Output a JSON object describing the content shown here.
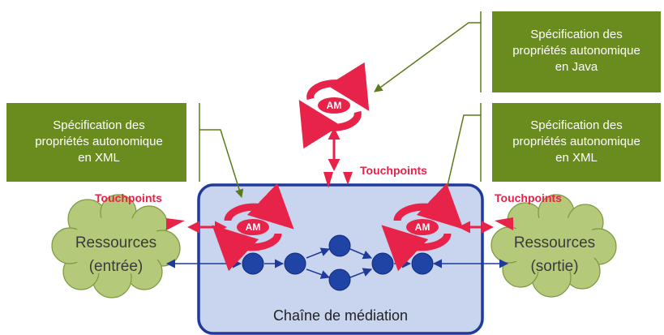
{
  "spec_java": {
    "line1": "Spécification des",
    "line2": "propriétés autonomique",
    "line3": "en Java"
  },
  "spec_xml_left": {
    "line1": "Spécification des",
    "line2": "propriétés autonomique",
    "line3": "en  XML"
  },
  "spec_xml_right": {
    "line1": "Spécification des",
    "line2": "propriétés autonomique",
    "line3": "en XML"
  },
  "touchpoints": {
    "top": "Touchpoints",
    "left": "Touchpoints",
    "right": "Touchpoints"
  },
  "am_label": "AM",
  "resources_in": {
    "line1": "Ressources",
    "line2": "(entrée)"
  },
  "resources_out": {
    "line1": "Ressources",
    "line2": "(sortie)"
  },
  "chain_label": "Chaîne de médiation",
  "colors": {
    "spec_box": "#6a8c1f",
    "chain_fill": "#c9d5ee",
    "chain_border": "#1f3a9a",
    "node": "#1f44a6",
    "am_loop": "#e8234a",
    "cloud": "#b5c97a",
    "spec_arrow": "#5c7a1a"
  }
}
